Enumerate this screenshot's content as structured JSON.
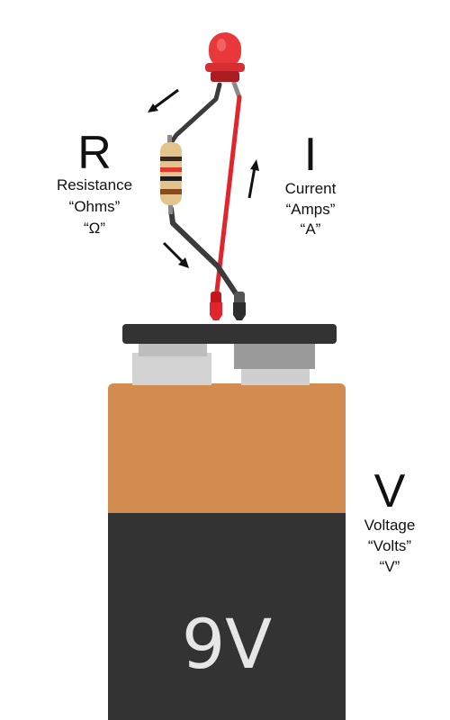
{
  "resistance": {
    "symbol": "R",
    "name": "Resistance",
    "unit": "“Ohms”",
    "unit_symbol": "“Ω”"
  },
  "current": {
    "symbol": "I",
    "name": "Current",
    "unit": "“Amps”",
    "unit_symbol": "“A”"
  },
  "voltage": {
    "symbol": "V",
    "name": "Voltage",
    "unit": "“Volts”",
    "unit_symbol": "“V”"
  },
  "battery": {
    "label": "9V"
  },
  "colors": {
    "led_red": "#e8383b",
    "wire_red": "#e0252c",
    "wire_black": "#3a3a3a",
    "battery_copper": "#d38c50",
    "battery_body": "#333333",
    "battery_cap": "#333333",
    "terminal_light": "#d2d2d2",
    "terminal_dark": "#999999",
    "resistor_body": "#e3c48c"
  }
}
